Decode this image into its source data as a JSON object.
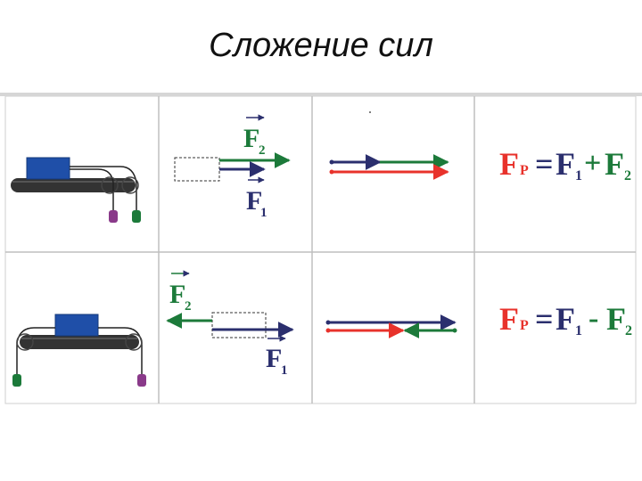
{
  "title": "Сложение сил",
  "colors": {
    "green": "#1c7a3a",
    "red": "#e8322b",
    "navy": "#2b2f6e",
    "block": "#1f4fa8",
    "grid": "#bfbfbf",
    "frame": "#cfcfcf"
  },
  "rows": [
    {
      "vectors": {
        "f2": "F",
        "f2_sub": "2",
        "f1": "F",
        "f1_sub": "1"
      },
      "formula": {
        "lhs": "F",
        "lhs_sub": "P",
        "eq": "=",
        "a": "F",
        "a_sub": "1",
        "op": "+",
        "b": "F",
        "b_sub": "2"
      }
    },
    {
      "vectors": {
        "f2": "F",
        "f2_sub": "2",
        "f1": "F",
        "f1_sub": "1"
      },
      "formula": {
        "lhs": "F",
        "lhs_sub": "P",
        "eq": "=",
        "a": "F",
        "a_sub": "1",
        "op": "-",
        "b": "F",
        "b_sub": "2"
      }
    }
  ]
}
